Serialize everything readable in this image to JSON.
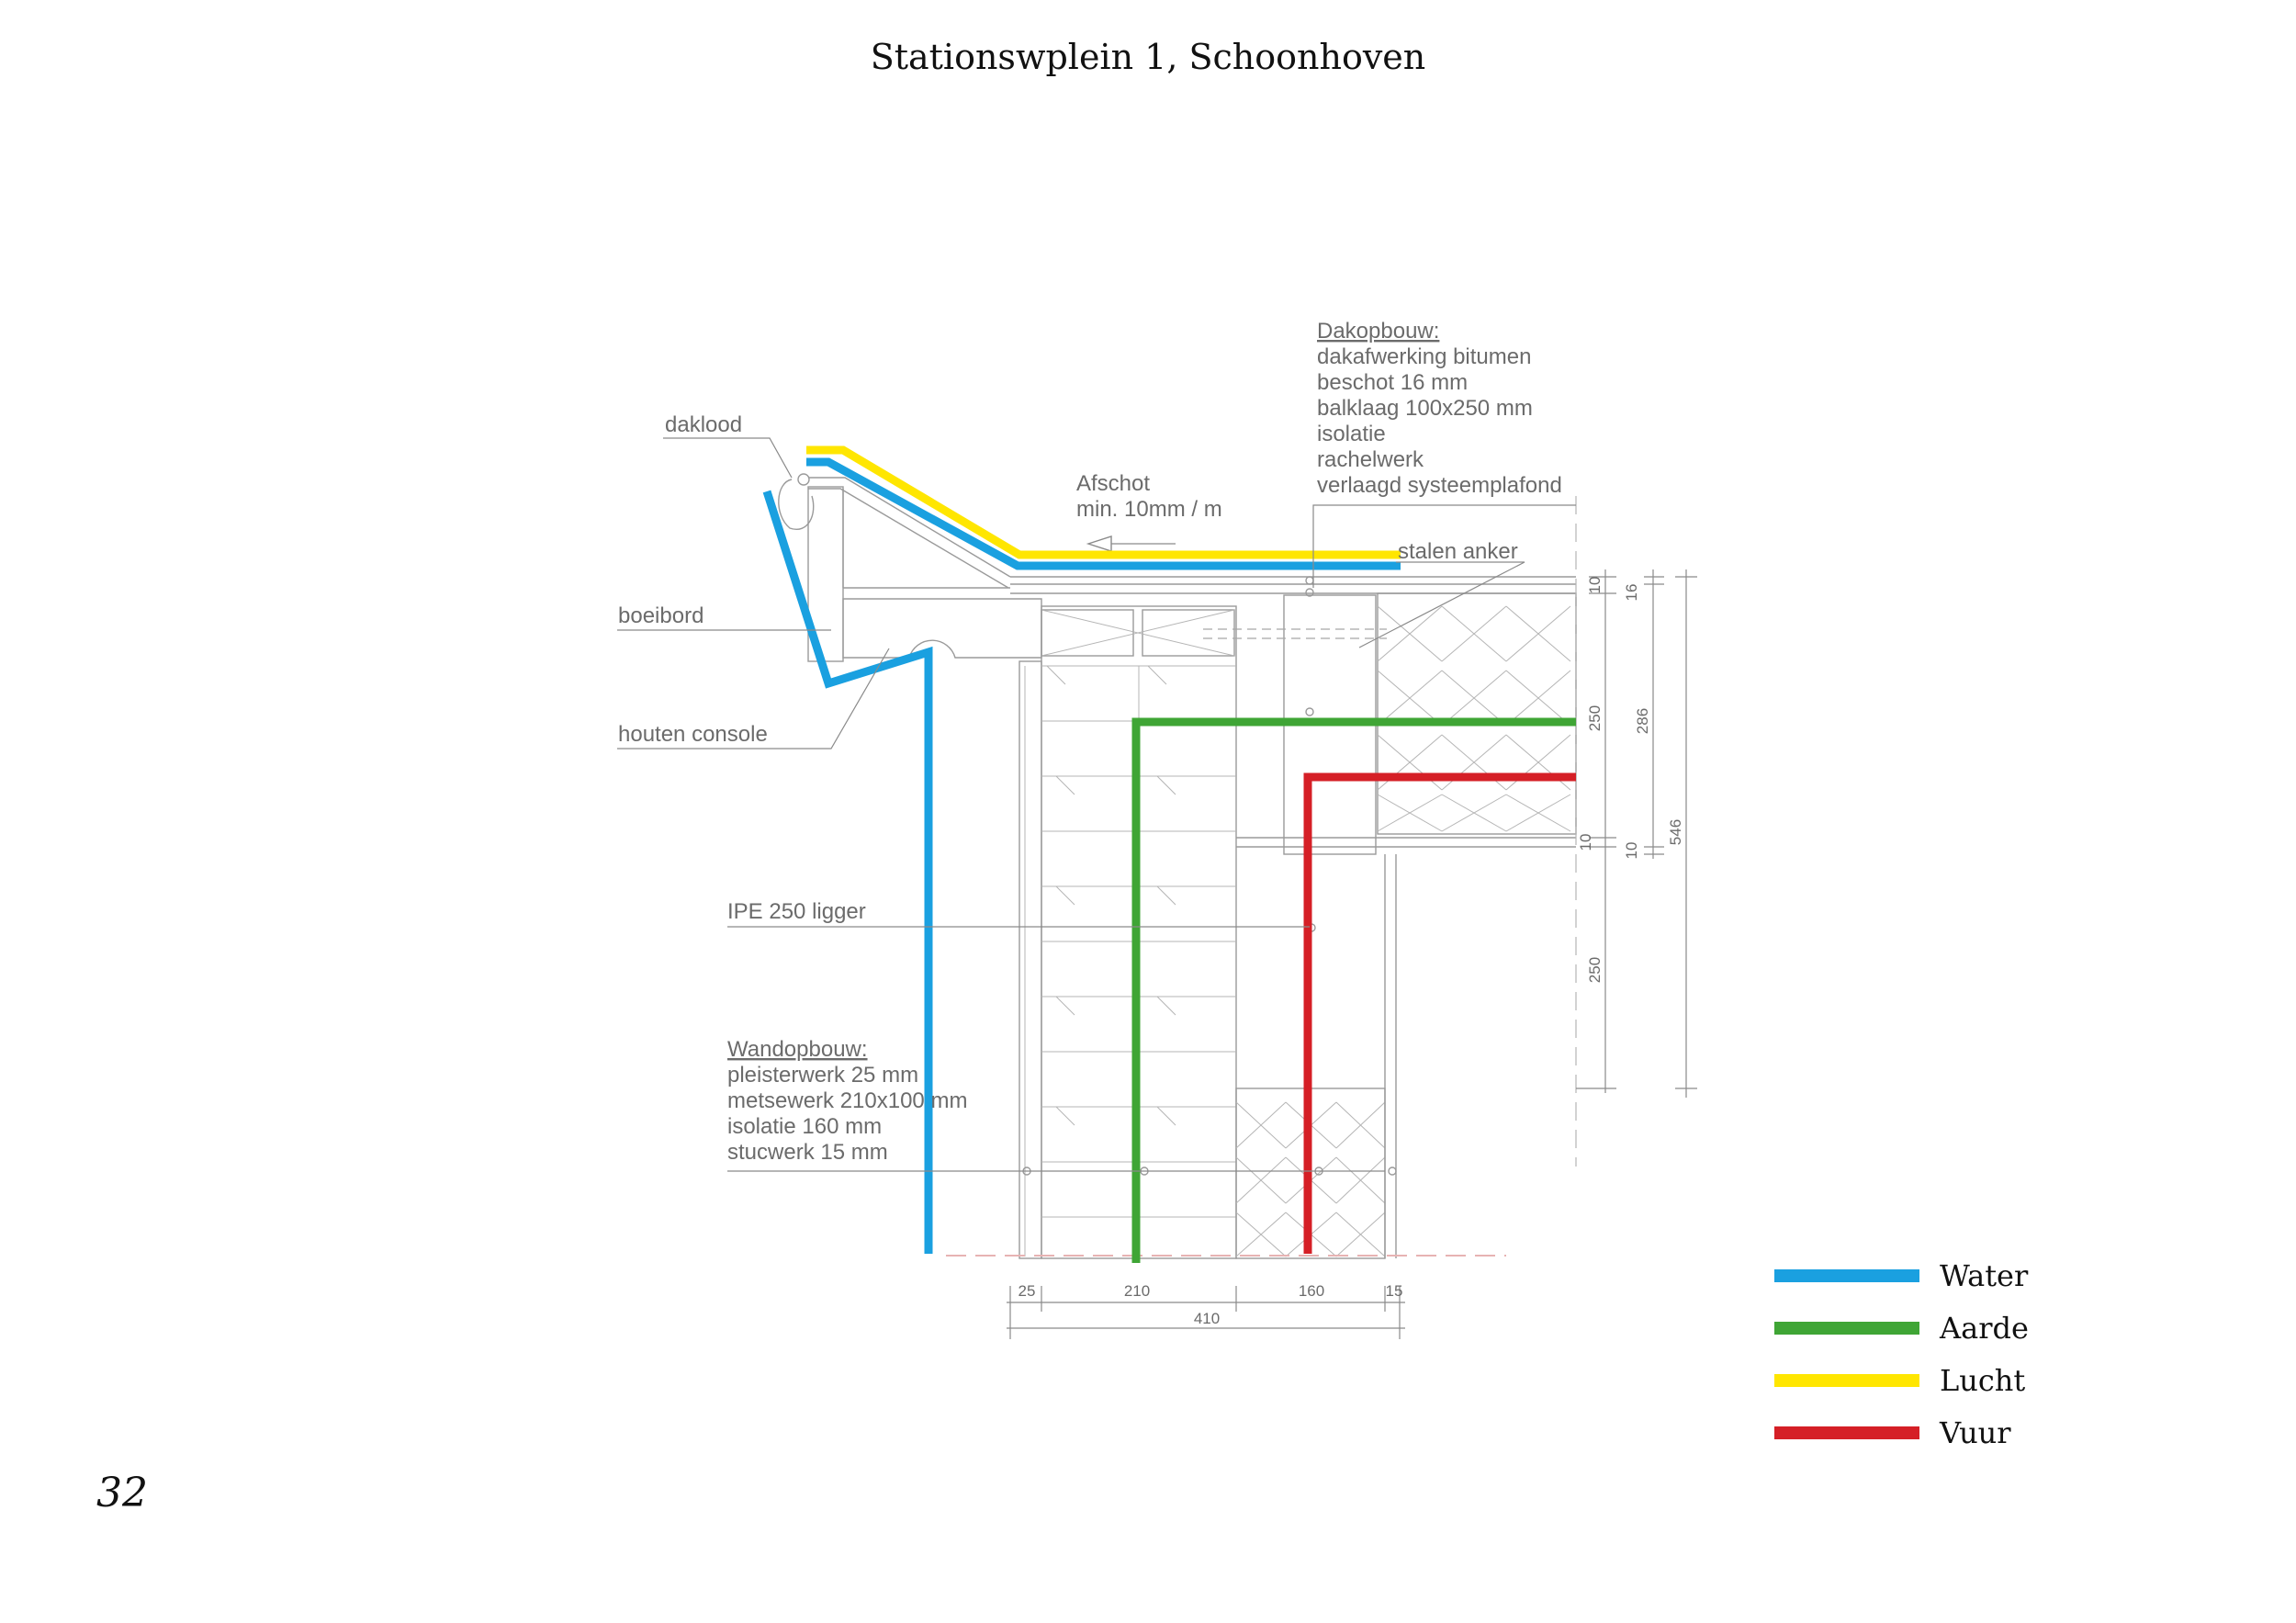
{
  "title": "Stationswplein 1, Schoonhoven",
  "page_number": "32",
  "labels": {
    "daklood": "daklood",
    "boeibord": "boeibord",
    "houten_console": "houten console",
    "ipe": "IPE 250 ligger",
    "afschot_1": "Afschot",
    "afschot_2": "min. 10mm / m",
    "stalen_anker": "stalen anker"
  },
  "dakopbouw": {
    "heading": "Dakopbouw:",
    "lines": [
      "dakafwerking bitumen",
      "beschot 16 mm",
      "balklaag 100x250 mm",
      "isolatie",
      "rachelwerk",
      "verlaagd systeemplafond"
    ]
  },
  "wandopbouw": {
    "heading": "Wandopbouw:",
    "lines": [
      "pleisterwerk 25 mm",
      "metsewerk 210x100 mm",
      "isolatie 160 mm",
      "stucwerk 15 mm"
    ]
  },
  "dimensions": {
    "bottom": [
      "25",
      "210",
      "160",
      "15"
    ],
    "bottom_total": "410",
    "right_inner": [
      "10",
      "250",
      "10",
      "250"
    ],
    "right_mid": [
      "16",
      "286",
      "10"
    ],
    "right_outer": "546"
  },
  "legend": [
    {
      "label": "Water",
      "color": "#1aa0e0"
    },
    {
      "label": "Aarde",
      "color": "#3fa535"
    },
    {
      "label": "Lucht",
      "color": "#ffe600"
    },
    {
      "label": "Vuur",
      "color": "#d51f26"
    }
  ]
}
